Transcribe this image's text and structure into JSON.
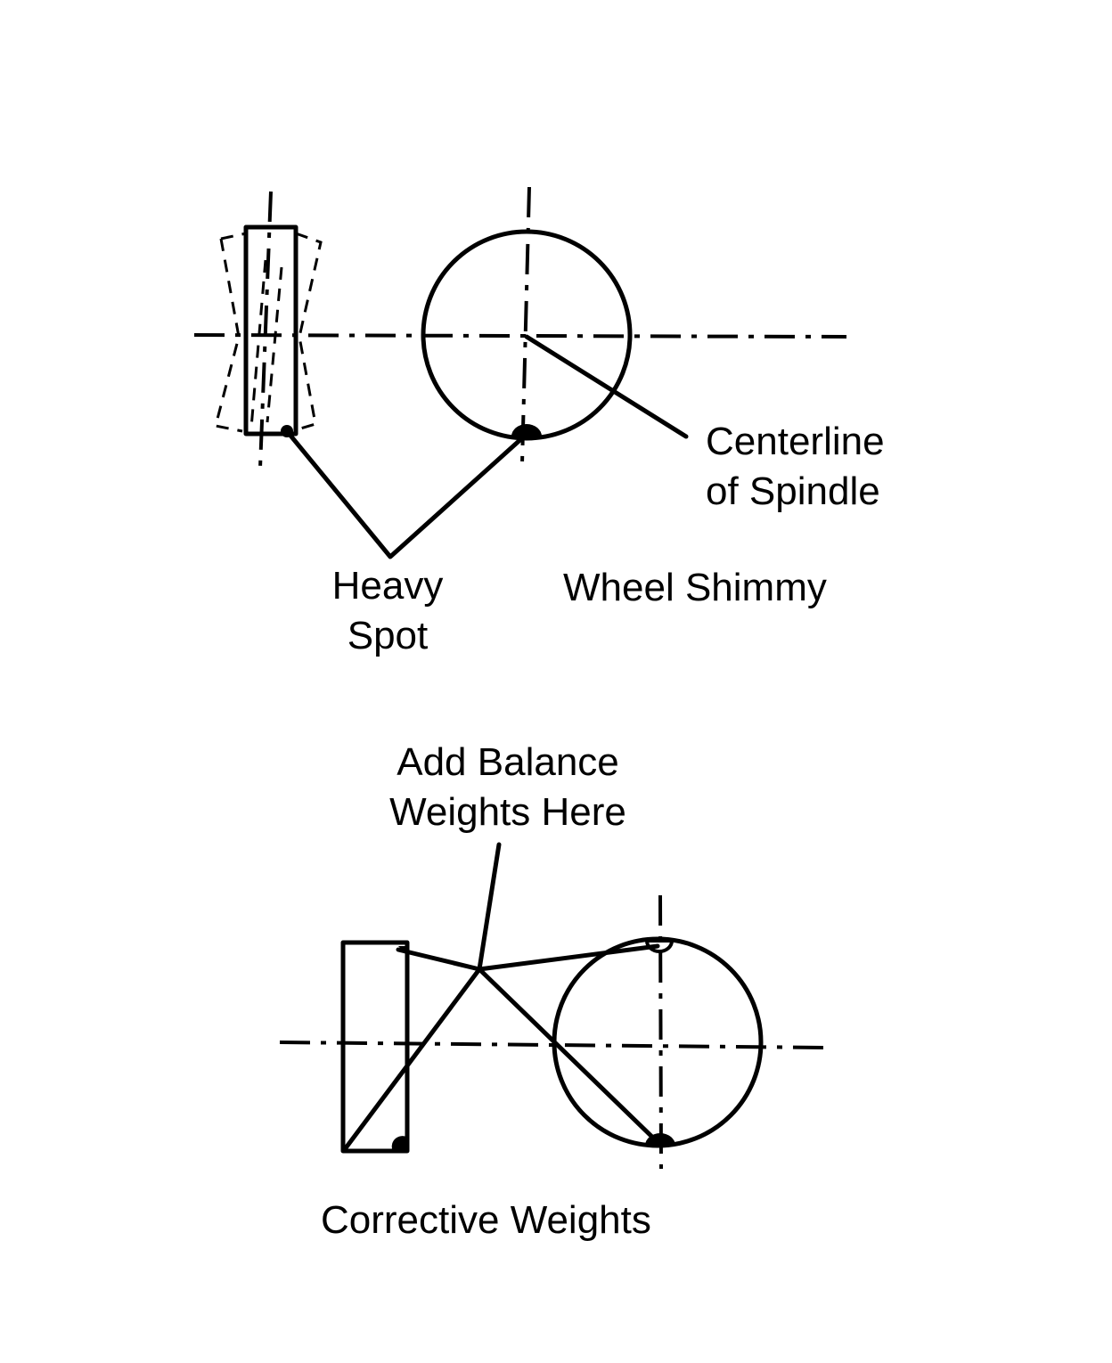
{
  "labels": {
    "centerline_line1": "Centerline",
    "centerline_line2": "of Spindle",
    "heavy_spot_line1": "Heavy",
    "heavy_spot_line2": "Spot",
    "wheel_shimmy": "Wheel Shimmy",
    "add_balance_line1": "Add Balance",
    "add_balance_line2": "Weights Here",
    "corrective_weights": "Corrective Weights"
  },
  "colors": {
    "ink": "#000000",
    "paper": "#ffffff"
  }
}
